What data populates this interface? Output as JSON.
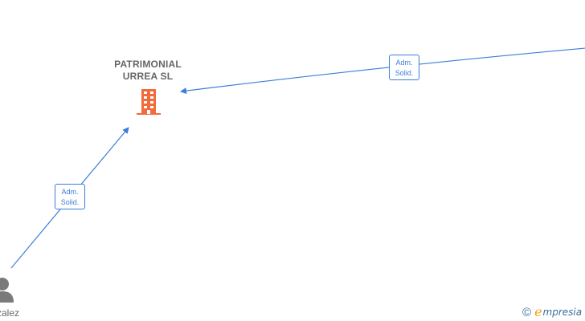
{
  "company": {
    "name_line1": "PATRIMONIAL",
    "name_line2": "URREA  SL",
    "icon": "building-icon",
    "icon_color": "#f26b3a"
  },
  "person": {
    "label": "zalez",
    "icon": "person-icon",
    "icon_color": "#7a7a7a"
  },
  "edges": [
    {
      "label_line1": "Adm.",
      "label_line2": "Solid."
    },
    {
      "label_line1": "Adm.",
      "label_line2": "Solid."
    }
  ],
  "edge_color": "#3b7dd8",
  "brand": {
    "copyright_symbol": "©",
    "initial": "e",
    "rest": "mpresia"
  }
}
